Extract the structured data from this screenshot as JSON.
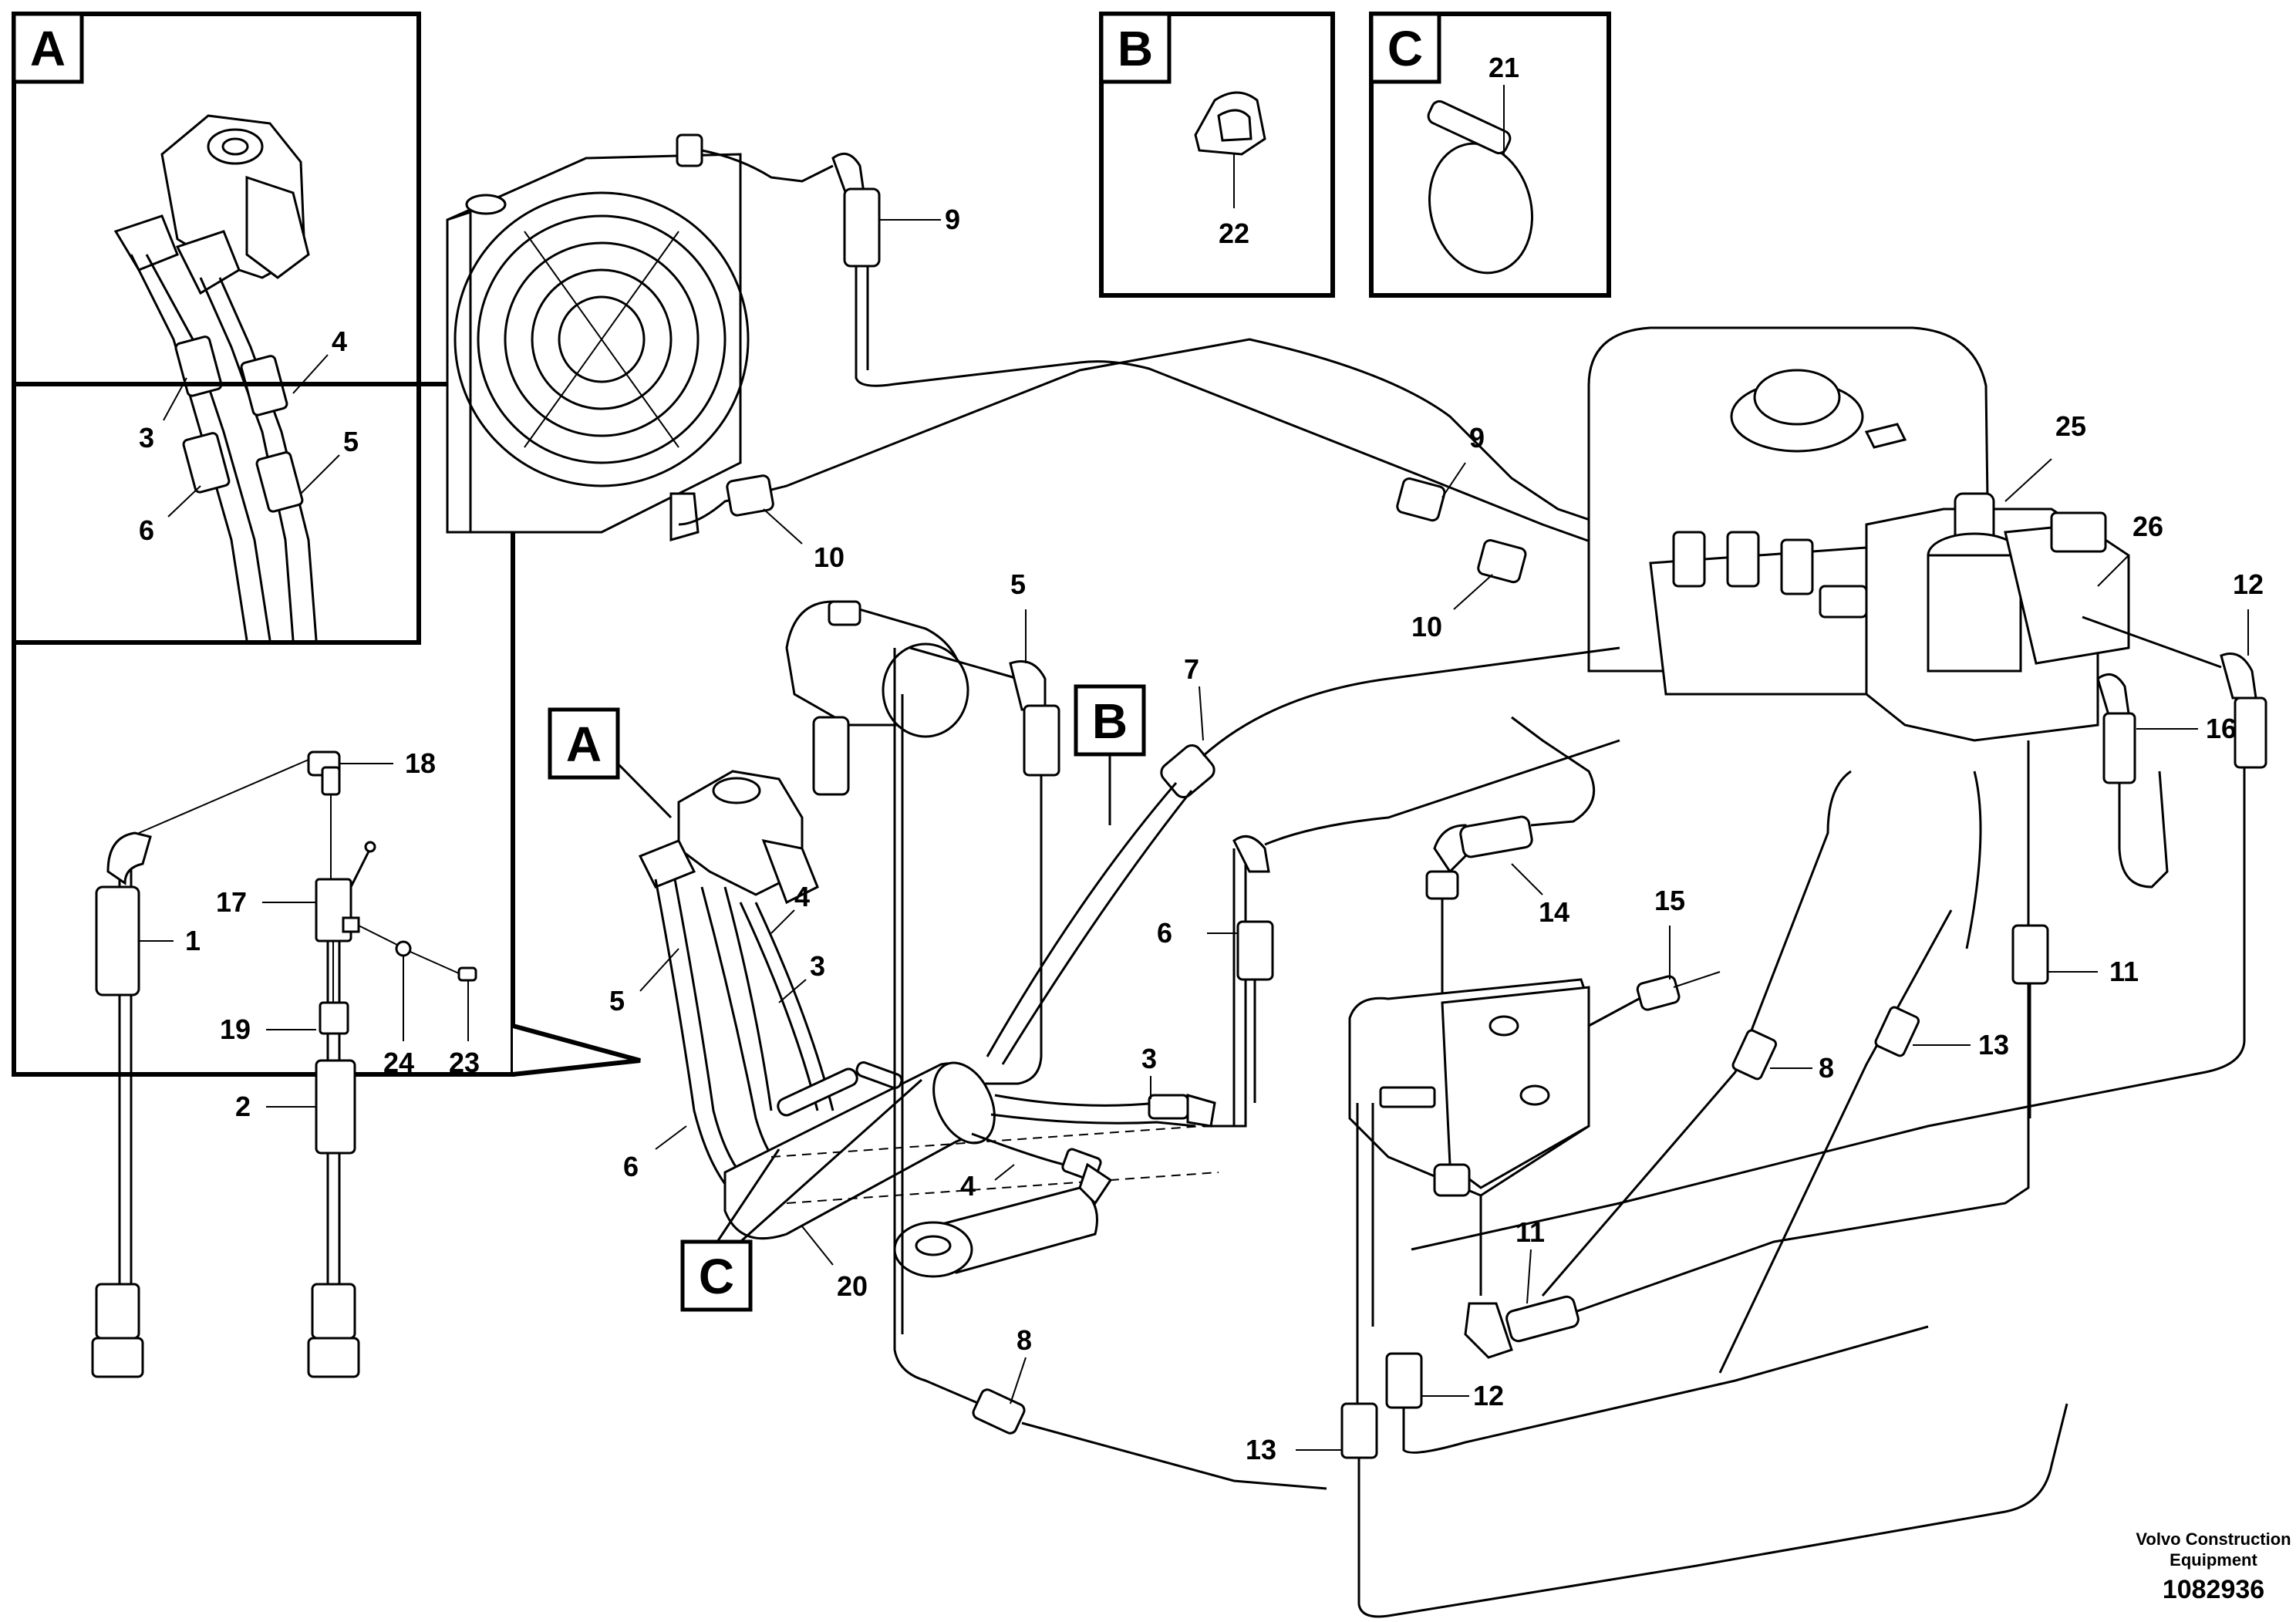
{
  "detail_tags": {
    "A": "A",
    "B": "B",
    "C": "C"
  },
  "callouts": [
    {
      "id": "c-main-9-top",
      "text": "9"
    },
    {
      "id": "c-main-9-mid",
      "text": "9"
    },
    {
      "id": "c-main-10-a",
      "text": "10"
    },
    {
      "id": "c-main-10-b",
      "text": "10"
    },
    {
      "id": "c-main-25",
      "text": "25"
    },
    {
      "id": "c-main-26",
      "text": "26"
    },
    {
      "id": "c-main-12-a",
      "text": "12"
    },
    {
      "id": "c-main-16",
      "text": "16"
    },
    {
      "id": "c-main-5",
      "text": "5"
    },
    {
      "id": "c-main-7",
      "text": "7"
    },
    {
      "id": "c-main-4-a",
      "text": "4"
    },
    {
      "id": "c-main-3-a",
      "text": "3"
    },
    {
      "id": "c-main-5-b",
      "text": "5"
    },
    {
      "id": "c-main-6-a",
      "text": "6"
    },
    {
      "id": "c-main-6-b",
      "text": "6"
    },
    {
      "id": "c-main-14",
      "text": "14"
    },
    {
      "id": "c-main-15",
      "text": "15"
    },
    {
      "id": "c-main-11-a",
      "text": "11"
    },
    {
      "id": "c-main-13-a",
      "text": "13"
    },
    {
      "id": "c-main-8-a",
      "text": "8"
    },
    {
      "id": "c-main-3-b",
      "text": "3"
    },
    {
      "id": "c-main-4-b",
      "text": "4"
    },
    {
      "id": "c-main-20",
      "text": "20"
    },
    {
      "id": "c-main-11-b",
      "text": "11"
    },
    {
      "id": "c-main-12-b",
      "text": "12"
    },
    {
      "id": "c-main-13-b",
      "text": "13"
    },
    {
      "id": "c-main-8-b",
      "text": "8"
    },
    {
      "id": "c-a-4",
      "text": "4"
    },
    {
      "id": "c-a-5",
      "text": "5"
    },
    {
      "id": "c-a-3",
      "text": "3"
    },
    {
      "id": "c-a-6",
      "text": "6"
    },
    {
      "id": "c-b-22",
      "text": "22"
    },
    {
      "id": "c-c-21",
      "text": "21"
    },
    {
      "id": "c-d-18",
      "text": "18"
    },
    {
      "id": "c-d-17",
      "text": "17"
    },
    {
      "id": "c-d-1",
      "text": "1"
    },
    {
      "id": "c-d-19",
      "text": "19"
    },
    {
      "id": "c-d-24",
      "text": "24"
    },
    {
      "id": "c-d-23",
      "text": "23"
    },
    {
      "id": "c-d-2",
      "text": "2"
    }
  ],
  "footer": {
    "brand_line1": "Volvo Construction",
    "brand_line2": "Equipment",
    "drawing_number": "1082936"
  }
}
